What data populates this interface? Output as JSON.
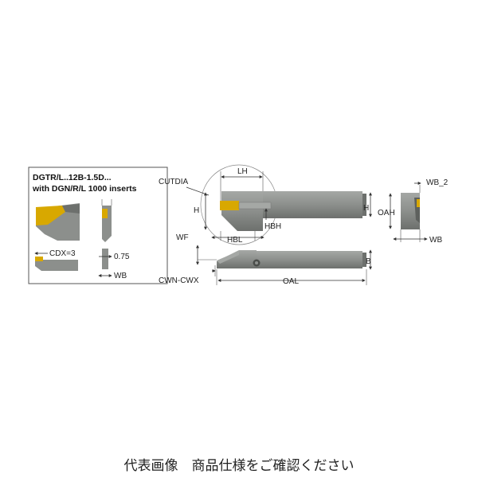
{
  "inset": {
    "title_line1": "DGTR/L..12B-1.5D...",
    "title_line2": "with DGN/R/L 1000 inserts",
    "cdx_label": "CDX=3",
    "val_label": "0.75",
    "wb_label": "WB"
  },
  "labels": {
    "cutdia": "CUTDIA",
    "lh": "LH",
    "h_left": "H",
    "h_right": "H",
    "wf": "WF",
    "hbl": "HBL",
    "hbh": "HBH",
    "cwn_cwx": "CWN-CWX",
    "oal": "OAL",
    "b": "B",
    "oah": "OAH",
    "wb2": "WB_2",
    "wb": "WB"
  },
  "caption": "代表画像　商品仕様をご確認ください",
  "colors": {
    "body_gray": "#8c8f8c",
    "body_dark": "#5e615e",
    "insert_yellow": "#d8a800",
    "border": "#555555"
  }
}
